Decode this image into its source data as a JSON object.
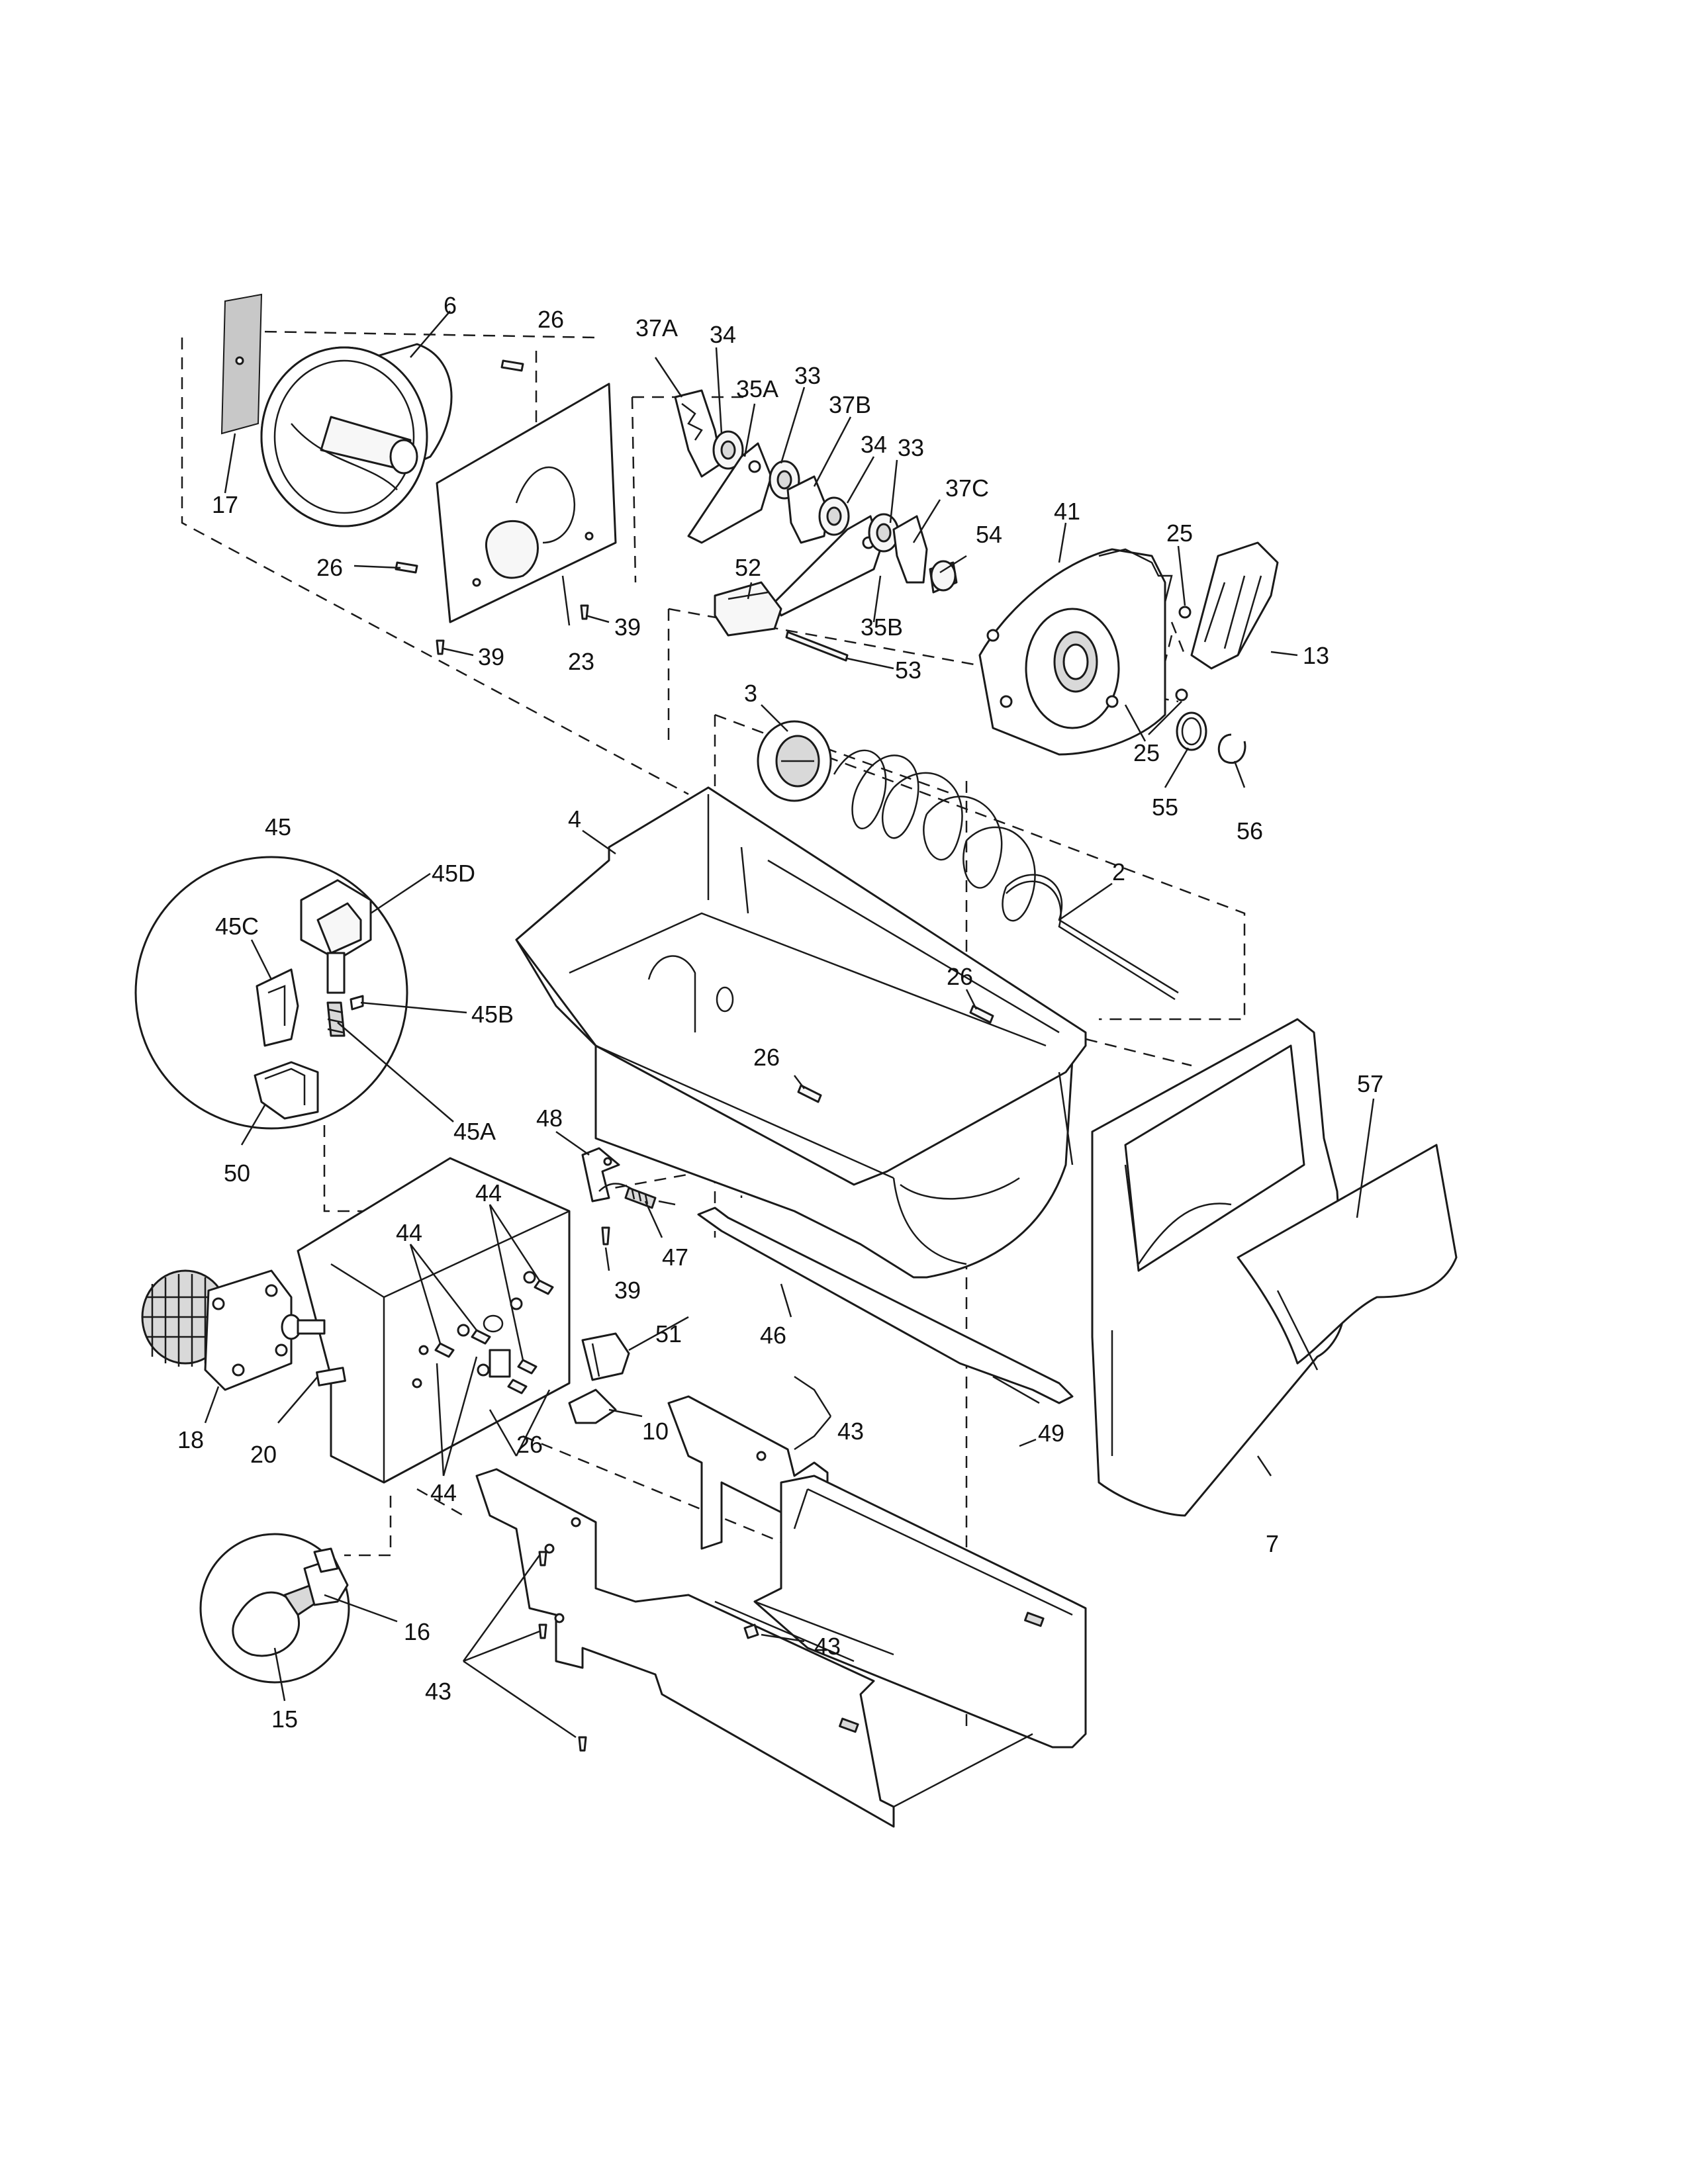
{
  "callouts": [
    {
      "id": "c-6",
      "label": "6"
    },
    {
      "id": "c-26a",
      "label": "26"
    },
    {
      "id": "c-37a",
      "label": "37A"
    },
    {
      "id": "c-34a",
      "label": "34"
    },
    {
      "id": "c-35a",
      "label": "35A"
    },
    {
      "id": "c-33a",
      "label": "33"
    },
    {
      "id": "c-37b",
      "label": "37B"
    },
    {
      "id": "c-34b",
      "label": "34"
    },
    {
      "id": "c-33b",
      "label": "33"
    },
    {
      "id": "c-37c",
      "label": "37C"
    },
    {
      "id": "c-41",
      "label": "41"
    },
    {
      "id": "c-25a",
      "label": "25"
    },
    {
      "id": "c-54",
      "label": "54"
    },
    {
      "id": "c-17",
      "label": "17"
    },
    {
      "id": "c-26b",
      "label": "26"
    },
    {
      "id": "c-52",
      "label": "52"
    },
    {
      "id": "c-39a",
      "label": "39"
    },
    {
      "id": "c-39b",
      "label": "39"
    },
    {
      "id": "c-23",
      "label": "23"
    },
    {
      "id": "c-35b",
      "label": "35B"
    },
    {
      "id": "c-53",
      "label": "53"
    },
    {
      "id": "c-13",
      "label": "13"
    },
    {
      "id": "c-25b",
      "label": "25"
    },
    {
      "id": "c-3",
      "label": "3"
    },
    {
      "id": "c-55",
      "label": "55"
    },
    {
      "id": "c-56",
      "label": "56"
    },
    {
      "id": "c-45",
      "label": "45"
    },
    {
      "id": "c-4",
      "label": "4"
    },
    {
      "id": "c-45d",
      "label": "45D"
    },
    {
      "id": "c-2",
      "label": "2"
    },
    {
      "id": "c-45c",
      "label": "45C"
    },
    {
      "id": "c-45b",
      "label": "45B"
    },
    {
      "id": "c-26c",
      "label": "26"
    },
    {
      "id": "c-26d",
      "label": "26"
    },
    {
      "id": "c-45a",
      "label": "45A"
    },
    {
      "id": "c-57",
      "label": "57"
    },
    {
      "id": "c-48",
      "label": "48"
    },
    {
      "id": "c-50",
      "label": "50"
    },
    {
      "id": "c-44a",
      "label": "44"
    },
    {
      "id": "c-44b",
      "label": "44"
    },
    {
      "id": "c-47",
      "label": "47"
    },
    {
      "id": "c-39c",
      "label": "39"
    },
    {
      "id": "c-46",
      "label": "46"
    },
    {
      "id": "c-51",
      "label": "51"
    },
    {
      "id": "c-10",
      "label": "10"
    },
    {
      "id": "c-43a",
      "label": "43"
    },
    {
      "id": "c-18",
      "label": "18"
    },
    {
      "id": "c-20",
      "label": "20"
    },
    {
      "id": "c-26e",
      "label": "26"
    },
    {
      "id": "c-44c",
      "label": "44"
    },
    {
      "id": "c-7",
      "label": "7"
    },
    {
      "id": "c-49",
      "label": "49"
    },
    {
      "id": "c-16",
      "label": "16"
    },
    {
      "id": "c-43b",
      "label": "43"
    },
    {
      "id": "c-43c",
      "label": "43"
    },
    {
      "id": "c-15",
      "label": "15"
    }
  ]
}
